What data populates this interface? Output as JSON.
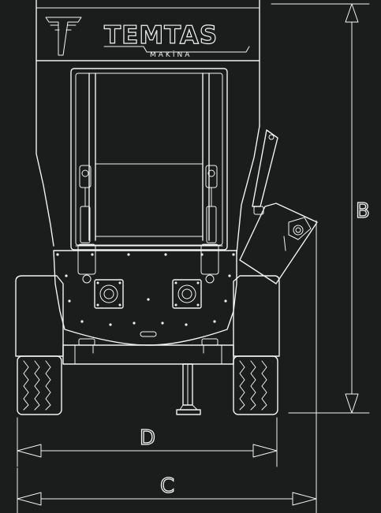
{
  "brand": {
    "name": "TEMTAS",
    "subtitle": "MAKİNA"
  },
  "dimensions": {
    "b": "B",
    "c": "C",
    "d": "D"
  },
  "colors": {
    "background": "#1b1c1c",
    "line": "#f2f2f2"
  }
}
